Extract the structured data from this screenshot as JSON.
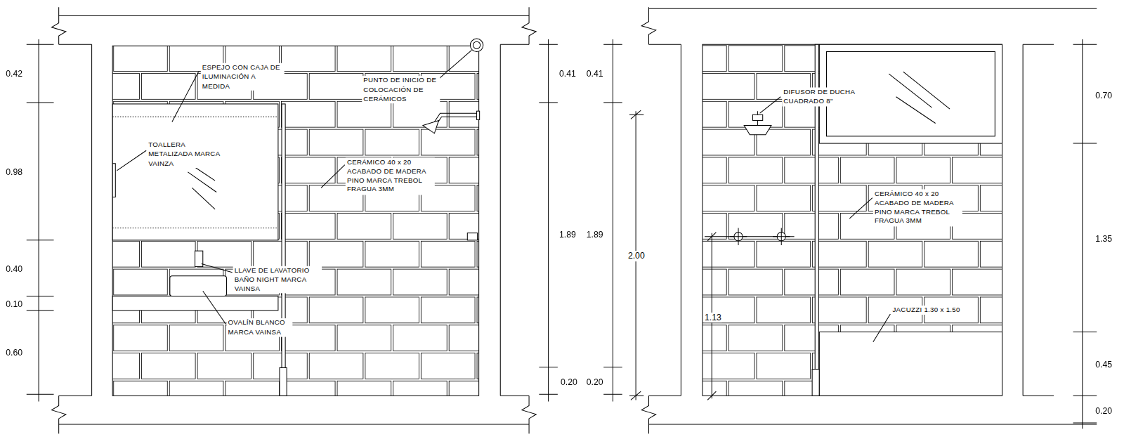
{
  "diagram": {
    "labels": [
      "0.42",
      "0.98",
      "0.40",
      "0.10",
      "0.60",
      "ESPEJO CON CAJA DE ILUMINACIÓN A MEDIDA",
      "PUNTO DE INICIO DE COLOCACIÓN DE CERÁMICOS",
      "TOALLERA METALIZADA MARCA VAINZA",
      "CERÁMICO 40 x 20 ACABADO DE MADERA PINO MARCA TREBOL FRAGUA 3MM",
      "LLAVE DE LAVATORIO BAÑO NIGHT MARCA VAINSA",
      "OVALÍN BLANCO MARCA VAINSA",
      "0.41",
      "1.89",
      "0.20",
      "0.41",
      "1.89",
      "0.20",
      "2.00",
      "1.13",
      "DIFUSOR DE DUCHA CUADRADO 8\"",
      "CERÁMICO 40 x 20 ACABADO DE MADERA PINO MARCA TREBOL FRAGUA 3MM",
      "JACUZZI 1.30 x 1.50",
      "0.70",
      "1.35",
      "0.45",
      "0.20"
    ]
  }
}
